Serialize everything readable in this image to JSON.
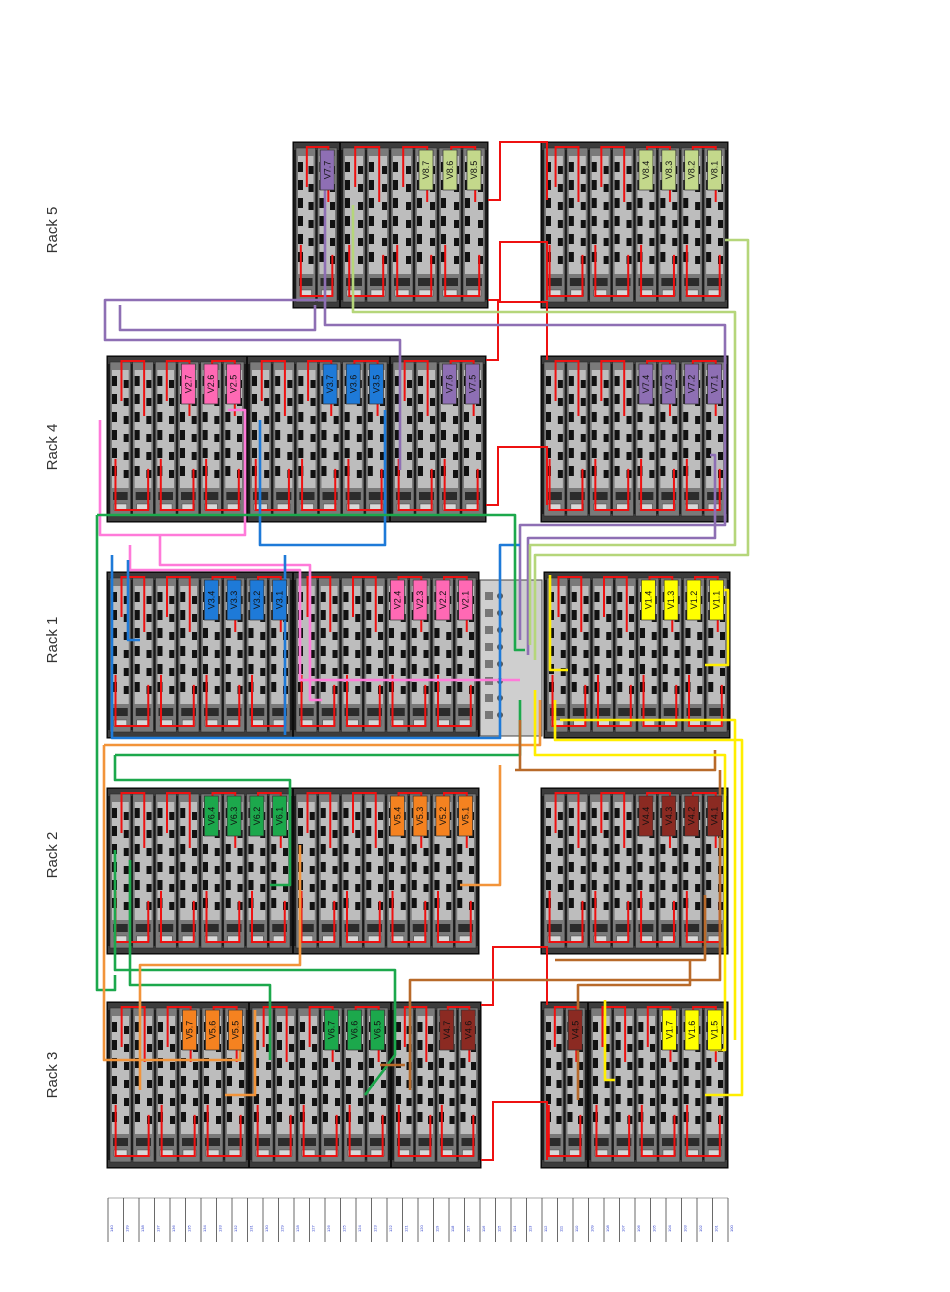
{
  "racks": [
    {
      "label": "Rack 5"
    },
    {
      "label": "Rack 4"
    },
    {
      "label": "Rack 1"
    },
    {
      "label": "Rack 2"
    },
    {
      "label": "Rack 3"
    }
  ],
  "colors": {
    "v1": "#ffff00",
    "v2": "#ff69b4",
    "v3": "#1e7ad8",
    "v4": "#8b2a22",
    "v5": "#f58220",
    "v6": "#1ca84c",
    "v7": "#8e6fb4",
    "v8": "#c3d88b",
    "red": "#ee1111",
    "yellow_link": "#ffee00",
    "pink_link": "#ff7ad9",
    "blue_link": "#1e7ad8",
    "green_link": "#1ca84c",
    "purple_link": "#8e6fb4",
    "lime_link": "#b5d67a",
    "orange_link": "#f2943a",
    "brown_link": "#b86a2a"
  },
  "groups": [
    {
      "rack": 0,
      "tags": [
        {
          "t": "V7.7",
          "c": "v7"
        }
      ]
    },
    {
      "rack": 0,
      "tags": [
        {
          "t": "V8.7",
          "c": "v8"
        },
        {
          "t": "V8.6",
          "c": "v8"
        },
        {
          "t": "V8.5",
          "c": "v8"
        }
      ]
    },
    {
      "rack": 0,
      "tags": [
        {
          "t": "V8.4",
          "c": "v8"
        },
        {
          "t": "V8.3",
          "c": "v8"
        },
        {
          "t": "V8.2",
          "c": "v8"
        },
        {
          "t": "V8.1",
          "c": "v8"
        }
      ]
    },
    {
      "rack": 1,
      "tags": [
        {
          "t": "V2.7",
          "c": "v2"
        },
        {
          "t": "V2.6",
          "c": "v2"
        },
        {
          "t": "V2.5",
          "c": "v2"
        }
      ]
    },
    {
      "rack": 1,
      "tags": [
        {
          "t": "V3.7",
          "c": "v3"
        },
        {
          "t": "V3.6",
          "c": "v3"
        },
        {
          "t": "V3.5",
          "c": "v3"
        }
      ]
    },
    {
      "rack": 1,
      "tags": [
        {
          "t": "V7.6",
          "c": "v7"
        },
        {
          "t": "V7.5",
          "c": "v7"
        }
      ]
    },
    {
      "rack": 1,
      "tags": [
        {
          "t": "V7.4",
          "c": "v7"
        },
        {
          "t": "V7.3",
          "c": "v7"
        },
        {
          "t": "V7.2",
          "c": "v7"
        },
        {
          "t": "V7.1",
          "c": "v7"
        }
      ]
    },
    {
      "rack": 2,
      "tags": [
        {
          "t": "V3.4",
          "c": "v3"
        },
        {
          "t": "V3.3",
          "c": "v3"
        },
        {
          "t": "V3.2",
          "c": "v3"
        },
        {
          "t": "V3.1",
          "c": "v3"
        }
      ]
    },
    {
      "rack": 2,
      "tags": [
        {
          "t": "V2.4",
          "c": "v2"
        },
        {
          "t": "V2.3",
          "c": "v2"
        },
        {
          "t": "V2.2",
          "c": "v2"
        },
        {
          "t": "V2.1",
          "c": "v2"
        }
      ]
    },
    {
      "rack": 2,
      "tags": [
        {
          "t": "V1.4",
          "c": "v1"
        },
        {
          "t": "V1.3",
          "c": "v1"
        },
        {
          "t": "V1.2",
          "c": "v1"
        },
        {
          "t": "V1.1",
          "c": "v1"
        }
      ]
    },
    {
      "rack": 3,
      "tags": [
        {
          "t": "V6.4",
          "c": "v6"
        },
        {
          "t": "V6.3",
          "c": "v6"
        },
        {
          "t": "V6.2",
          "c": "v6"
        },
        {
          "t": "V6.1",
          "c": "v6"
        }
      ]
    },
    {
      "rack": 3,
      "tags": [
        {
          "t": "V5.4",
          "c": "v5"
        },
        {
          "t": "V5.3",
          "c": "v5"
        },
        {
          "t": "V5.2",
          "c": "v5"
        },
        {
          "t": "V5.1",
          "c": "v5"
        }
      ]
    },
    {
      "rack": 3,
      "tags": [
        {
          "t": "V4.4",
          "c": "v4"
        },
        {
          "t": "V4.3",
          "c": "v4"
        },
        {
          "t": "V4.2",
          "c": "v4"
        },
        {
          "t": "V4.1",
          "c": "v4"
        }
      ]
    },
    {
      "rack": 4,
      "tags": [
        {
          "t": "V5.7",
          "c": "v5"
        },
        {
          "t": "V5.6",
          "c": "v5"
        },
        {
          "t": "V5.5",
          "c": "v5"
        }
      ]
    },
    {
      "rack": 4,
      "tags": [
        {
          "t": "V6.7",
          "c": "v6"
        },
        {
          "t": "V6.6",
          "c": "v6"
        },
        {
          "t": "V6.5",
          "c": "v6"
        }
      ]
    },
    {
      "rack": 4,
      "tags": [
        {
          "t": "V4.7",
          "c": "v4"
        },
        {
          "t": "V4.6",
          "c": "v4"
        }
      ]
    },
    {
      "rack": 4,
      "tags": [
        {
          "t": "V4.5",
          "c": "v4"
        }
      ]
    },
    {
      "rack": 4,
      "tags": [
        {
          "t": "V1.7",
          "c": "v1"
        },
        {
          "t": "V1.6",
          "c": "v1"
        },
        {
          "t": "V1.5",
          "c": "v1"
        }
      ]
    }
  ],
  "u_labels": [
    "140",
    "139",
    "138",
    "137",
    "136",
    "135",
    "134",
    "133",
    "132",
    "131",
    "130",
    "129",
    "128",
    "127",
    "126",
    "125",
    "124",
    "123",
    "122",
    "121",
    "120",
    "119",
    "118",
    "117",
    "116",
    "115",
    "114",
    "113",
    "112",
    "111",
    "110",
    "109",
    "108",
    "107",
    "106",
    "105",
    "104",
    "103",
    "102",
    "101",
    "100"
  ]
}
